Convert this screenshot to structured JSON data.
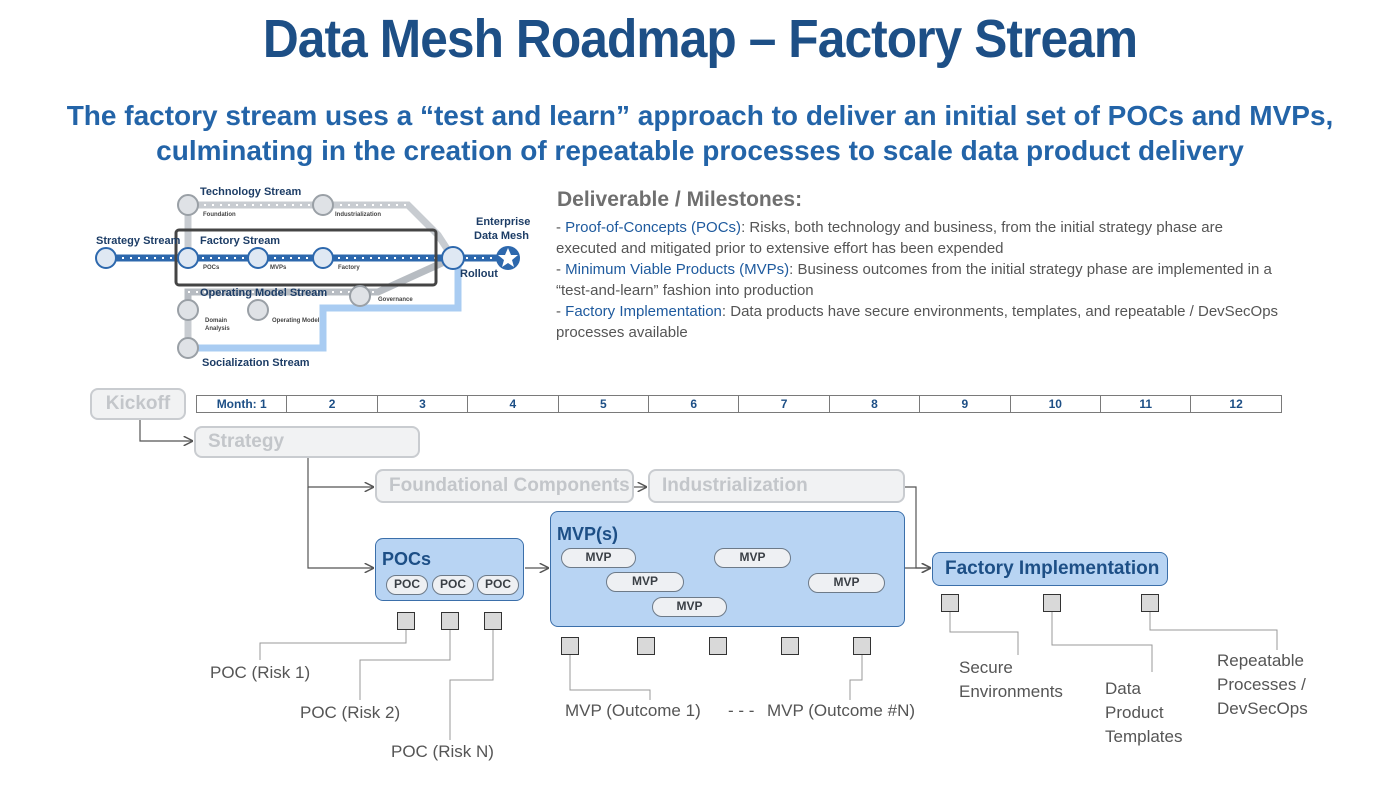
{
  "title": "Data Mesh Roadmap – Factory Stream",
  "subtitle_line1": "The factory stream uses a “test and learn” approach to deliver an initial set of POCs and MVPs,",
  "subtitle_line2": "culminating in the creation of repeatable processes to scale data product delivery",
  "metro_map": {
    "technology_stream": "Technology Stream",
    "strategy_stream": "Strategy Stream",
    "factory_stream": "Factory Stream",
    "operating_model_stream": "Operating Model Stream",
    "socialization_stream": "Socialization Stream",
    "enterprise_line1": "Enterprise",
    "enterprise_line2": "Data Mesh",
    "rollout": "Rollout",
    "foundation": "Foundation",
    "industrialization": "Industrialization",
    "pocs": "POCs",
    "mvps": "MVPs",
    "factory": "Factory",
    "governance": "Governance",
    "domain_line1": "Domain",
    "domain_line2": "Analysis",
    "operating_model": "Operating Model",
    "colors": {
      "tech": "#c8ccd1",
      "factory": "#2d68ad",
      "operating": "#b7bcc2",
      "social": "#a9ccf2"
    }
  },
  "deliverables": {
    "heading": "Deliverable / Milestones:",
    "items": [
      {
        "prefix": "- ",
        "highlight": "Proof-of-Concepts (POCs)",
        "text": ": Risks, both technology and business, from the initial strategy phase are executed and mitigated prior to extensive effort has been expended"
      },
      {
        "prefix": "- ",
        "highlight": "Minimum Viable Products (MVPs)",
        "text": ": Business outcomes from the initial strategy phase are implemented in a “test-and-learn” fashion into production"
      },
      {
        "prefix": "- ",
        "highlight": "Factory Implementation",
        "text": ": Data products have secure environments, templates, and repeatable / DevSecOps processes available"
      }
    ]
  },
  "timeline": {
    "kickoff": "Kickoff",
    "months": [
      "Month: 1",
      "2",
      "3",
      "4",
      "5",
      "6",
      "7",
      "8",
      "9",
      "10",
      "11",
      "12"
    ],
    "strategy": "Strategy",
    "foundational_components": "Foundational Components",
    "industrialization": "Industrialization",
    "pocs_title": "POCs",
    "poc_label": "POC",
    "mvps_title": "MVP(s)",
    "mvp_label": "MVP",
    "factory_implementation": "Factory Implementation"
  },
  "outputs": {
    "poc_risk_1": "POC (Risk 1)",
    "poc_risk_2": "POC (Risk 2)",
    "poc_risk_n": "POC (Risk N)",
    "mvp_outcome_1": "MVP (Outcome 1)",
    "dashes": "- - -",
    "mvp_outcome_n": "MVP (Outcome #N)",
    "secure_environments": [
      "Secure",
      "Environments"
    ],
    "data_product_templates": [
      "Data",
      "Product",
      "Templates"
    ],
    "repeatable_processes": [
      "Repeatable",
      "Processes /",
      "DevSecOps"
    ]
  }
}
